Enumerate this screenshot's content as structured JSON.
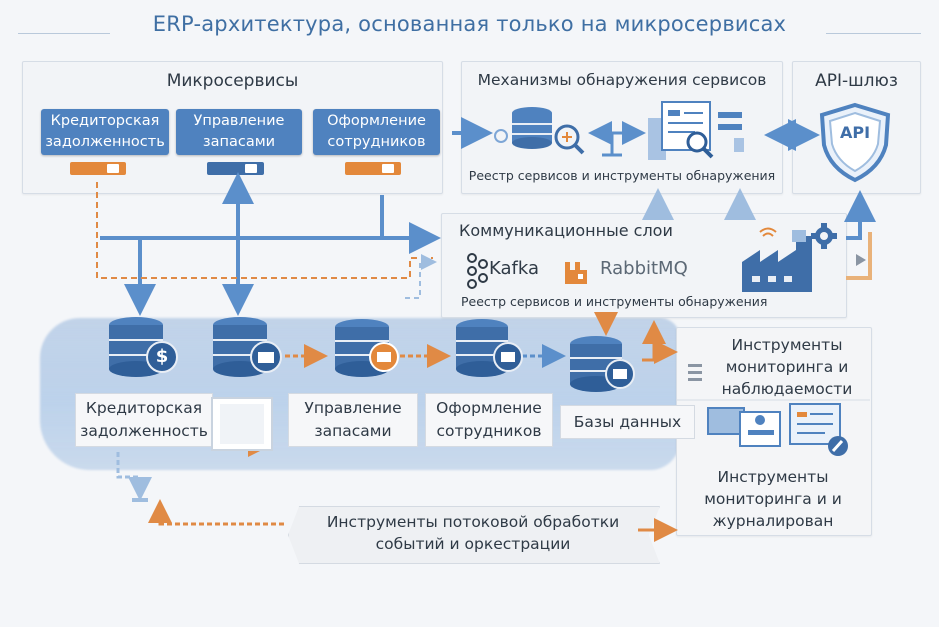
{
  "title": "ERP-архитектура, основанная только на микросервисах",
  "microservices": {
    "header": "Микросервисы",
    "services": [
      "Кредиторская задолженность",
      "Управление запасами",
      "Оформление сотрудников"
    ]
  },
  "discovery": {
    "header": "Механизмы обнаружения сервисов",
    "caption": "Реестр сервисов и инструменты обнаружения"
  },
  "gateway": {
    "header": "API-шлюз",
    "badge": "API"
  },
  "communication": {
    "header": "Коммуникационные слои",
    "kafka": "Kafka",
    "rabbitmq": "RabbitMQ",
    "caption": "Реестр сервисов и инструменты обнаружения"
  },
  "databases": {
    "labels": [
      "Кредиторская задолженность",
      "Управление запасами",
      "Оформление сотрудников",
      "Базы данных"
    ],
    "icons": [
      "dollar-icon",
      "briefcase-icon",
      "briefcase-icon",
      "briefcase-icon",
      "briefcase-icon"
    ]
  },
  "monitoring": {
    "top": "Инструменты мониторинга и наблюдаемости",
    "bottom": "Инструменты мониторинга и и журналирован"
  },
  "streaming": {
    "label": "Инструменты потоковой обработки событий и оркестрации"
  },
  "colors": {
    "accent_blue": "#4f82bf",
    "accent_orange": "#e3883b",
    "title_blue": "#3f6fa3"
  }
}
